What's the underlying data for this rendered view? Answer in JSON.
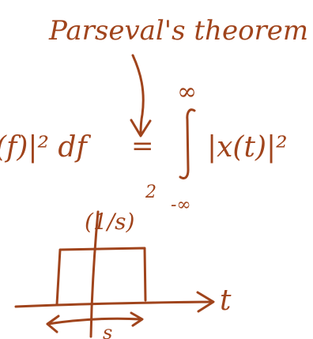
{
  "annotation": {
    "title": "Parseval's theorem"
  },
  "equation": {
    "lhs": "(f)|² df",
    "equals": "=",
    "rhs": "|x(t)|²",
    "upper_limit": "∞",
    "lower_limit": "-∞"
  },
  "sketch": {
    "amplitude_label": "(1/s)",
    "amplitude_exponent": "2",
    "axis_label": "t",
    "width_label": "s"
  },
  "colors": {
    "ink": "#a0441c",
    "background": "#ffffff"
  }
}
